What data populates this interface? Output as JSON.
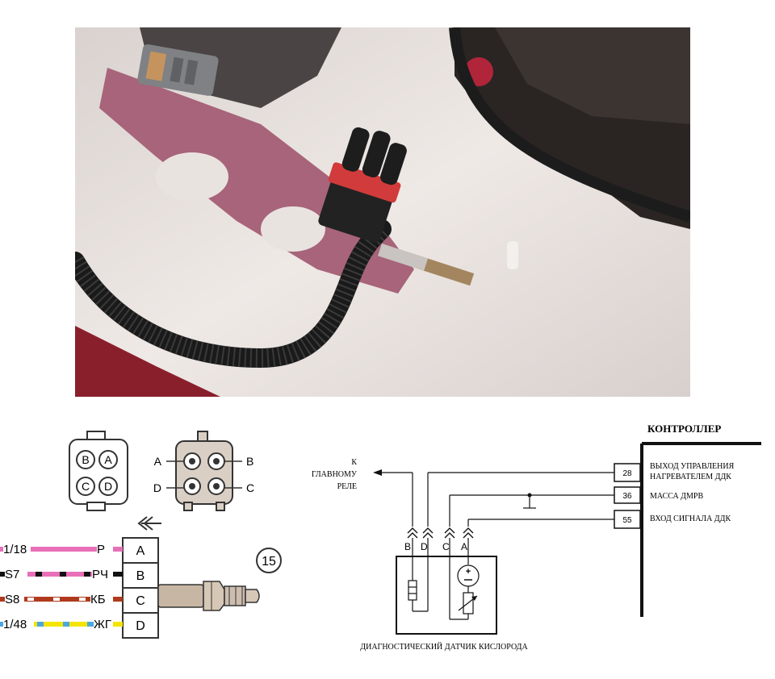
{
  "photo": {
    "subject": "oxygen sensor 4-pin connector on corrugated harness, engine bay"
  },
  "wiring_diagram": {
    "badge": "15",
    "pin_letters": [
      "A",
      "B",
      "C",
      "D"
    ],
    "connector_face_left": {
      "top": [
        "B",
        "A"
      ],
      "bottom": [
        "C",
        "D"
      ]
    },
    "connector_face_right_labels": {
      "top_left": "A",
      "top_right": "B",
      "bottom_left": "D",
      "bottom_right": "C"
    },
    "wires": [
      {
        "left": "1/18",
        "code": "Р",
        "pin": "A",
        "color": "#e86fb8",
        "stripe": null
      },
      {
        "left": "S7",
        "code": "РЧ",
        "pin": "B",
        "color": "#e86fb8",
        "stripe": "#111111"
      },
      {
        "left": "S8",
        "code": "КБ",
        "pin": "C",
        "color": "#b03a1c",
        "stripe": "#ffffff"
      },
      {
        "left": "1/48",
        "code": "ЖГ",
        "pin": "D",
        "color": "#f5e400",
        "stripe": "#4aa8e0"
      }
    ]
  },
  "schematic": {
    "controller_title": "КОНТРОЛЛЕР",
    "relay_label": [
      "К",
      "ГЛАВНОМУ",
      "РЕЛЕ"
    ],
    "pins": [
      {
        "num": "28",
        "label": [
          "ВЫХОД УПРАВЛЕНИЯ",
          "НАГРЕВАТЕЛЕМ ДДК"
        ]
      },
      {
        "num": "36",
        "label": [
          "МАССА ДМРВ"
        ]
      },
      {
        "num": "55",
        "label": [
          "ВХОД СИГНАЛА ДДК"
        ]
      }
    ],
    "sensor_pins": [
      "B",
      "D",
      "C",
      "A"
    ],
    "sensor_caption": "ДИАГНОСТИЧЕСКИЙ ДАТЧИК КИСЛОРОДА"
  }
}
